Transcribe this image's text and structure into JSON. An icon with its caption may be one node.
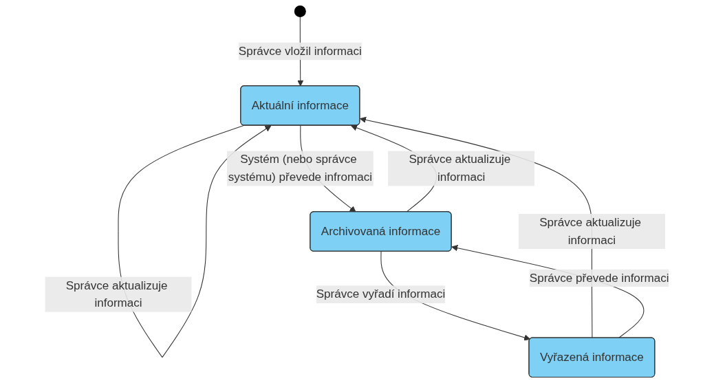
{
  "diagram": {
    "nodes": [
      {
        "text": [],
        "shape": "circle"
      },
      {
        "text": [
          "Aktuální informace"
        ]
      },
      {
        "text": [
          "Archivovaná informace"
        ]
      },
      {
        "text": [
          "Vyřazená informace"
        ]
      }
    ],
    "edges": [
      {
        "from": 0,
        "to": 1,
        "arrow": "to",
        "label": "Správce vložil informaci"
      },
      {
        "from": 1,
        "to": 1,
        "arrow": "to",
        "label": "Správce aktualizuje informaci"
      },
      {
        "from": 1,
        "to": 2,
        "arrow": "to",
        "label": "Systém (nebo správce systému) převede infromaci"
      },
      {
        "from": 2,
        "to": 1,
        "arrow": "to",
        "label": "Správce aktualizuje informaci"
      },
      {
        "from": 2,
        "to": 3,
        "arrow": "to",
        "label": "Správce vyřadí informaci"
      },
      {
        "from": 3,
        "to": 1,
        "arrow": "to",
        "label": "Správce aktualizuje informaci"
      },
      {
        "from": 3,
        "to": 2,
        "arrow": "to",
        "label": "Správce převede informaci"
      }
    ]
  }
}
